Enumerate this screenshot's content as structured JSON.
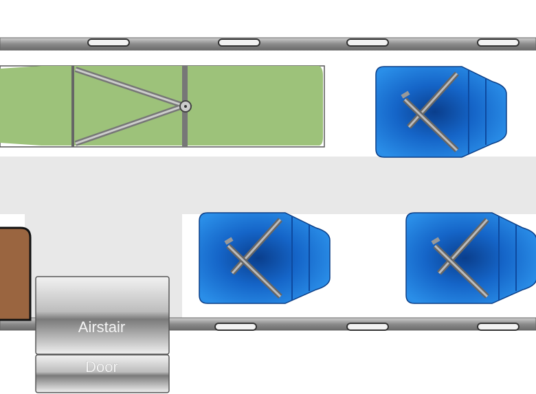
{
  "diagram": {
    "door": {
      "line1": "Airstair",
      "line2": "Door"
    },
    "seat_count": 3,
    "stretcher_count": 1,
    "colors": {
      "seat": "#1a6fd0",
      "stretcher": "#9dc27a",
      "cabinet": "#9a6540",
      "wall": "#8a8a8a",
      "aisle": "#e8e8e8"
    }
  }
}
